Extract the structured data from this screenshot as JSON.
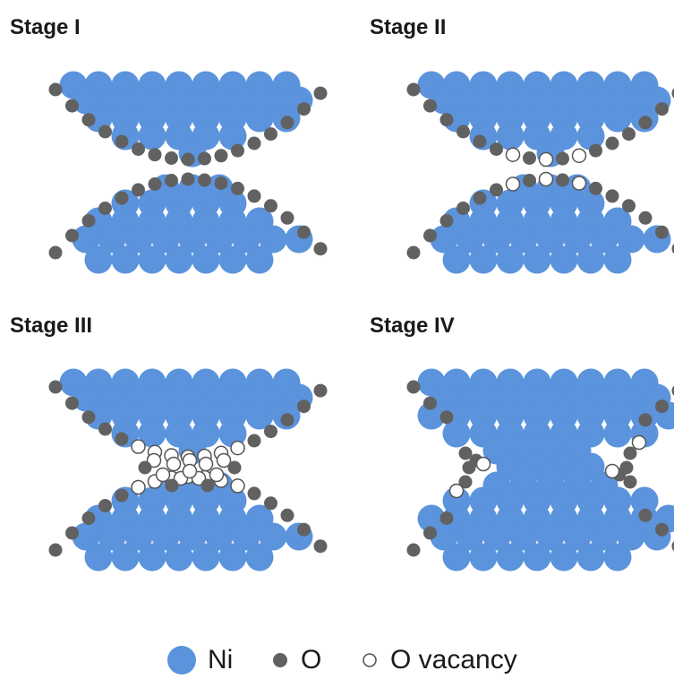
{
  "panels": [
    {
      "title": "Stage I",
      "stage": 1
    },
    {
      "title": "Stage II",
      "stage": 2
    },
    {
      "title": "Stage III",
      "stage": 3
    },
    {
      "title": "Stage IV",
      "stage": 4
    }
  ],
  "legend": {
    "ni": "Ni",
    "o": "O",
    "vacancy": "O vacancy"
  },
  "colors": {
    "ni": "#5b93dc",
    "o": "#616161",
    "vacancy_fill": "#ffffff",
    "vacancy_stroke": "#555555"
  }
}
